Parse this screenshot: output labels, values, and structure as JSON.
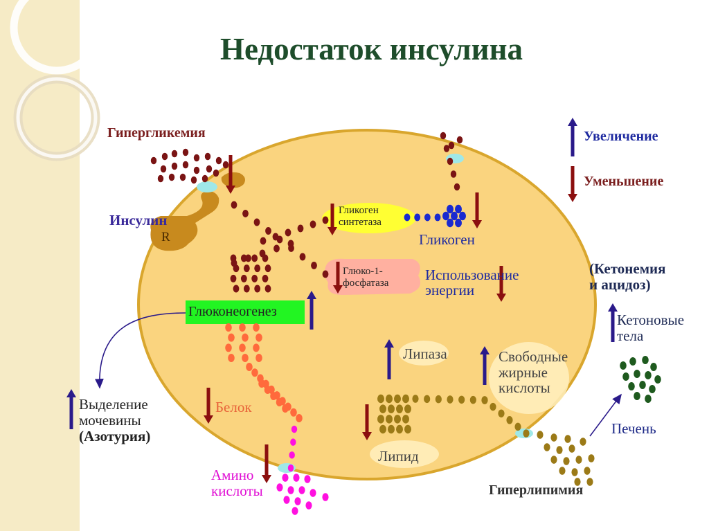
{
  "title": "Недостаток инсулина",
  "labels": {
    "hyperglycemia": "Гипергликемия",
    "insulin": "Инсулин",
    "receptor": "R",
    "glycogen_synthase": [
      "Гликоген",
      "синтетаза"
    ],
    "glycogen": "Гликоген",
    "g1_phosphatase": [
      "Глюко-1-",
      "фосфатаза"
    ],
    "energy_use": [
      "Использование",
      "энергии"
    ],
    "gluconeogenesis": "Глюконеогенез",
    "urea": [
      "Выделение",
      "мочевины",
      "(Азотурия)"
    ],
    "protein": "Белок",
    "amino_acids": [
      "Амино",
      "кислоты"
    ],
    "lipase": "Липаза",
    "ffa": [
      "Свободные",
      "жирные",
      "кислоты"
    ],
    "lipid": "Липид",
    "hyperlipemia": "Гиперлипимия",
    "ketonemia": [
      "(Кетонемия",
      "и ацидоз)"
    ],
    "ketone_bodies": [
      "Кетоновые",
      "тела"
    ],
    "liver": "Печень"
  },
  "legend": {
    "increase": "Увеличение",
    "decrease": "Уменьшение"
  },
  "colors": {
    "cell_fill": "#fad47f",
    "cell_border": "#d9a62d",
    "increase_arrow": "#2a1a8a",
    "decrease_arrow": "#8b0f0f",
    "glucose_dot": "#7a1414",
    "glycogen_dot": "#1a2ad0",
    "protein_dot": "#ff6a3c",
    "amino_dot": "#ff10e0",
    "lipid_dot": "#9b7a17",
    "ketone_dot": "#1e5a1e",
    "gng_box": "#22f522",
    "synthase_blob": "#ffff33",
    "phosphatase_blob": "#ffb0a0",
    "receptor": "#c88a1e"
  }
}
